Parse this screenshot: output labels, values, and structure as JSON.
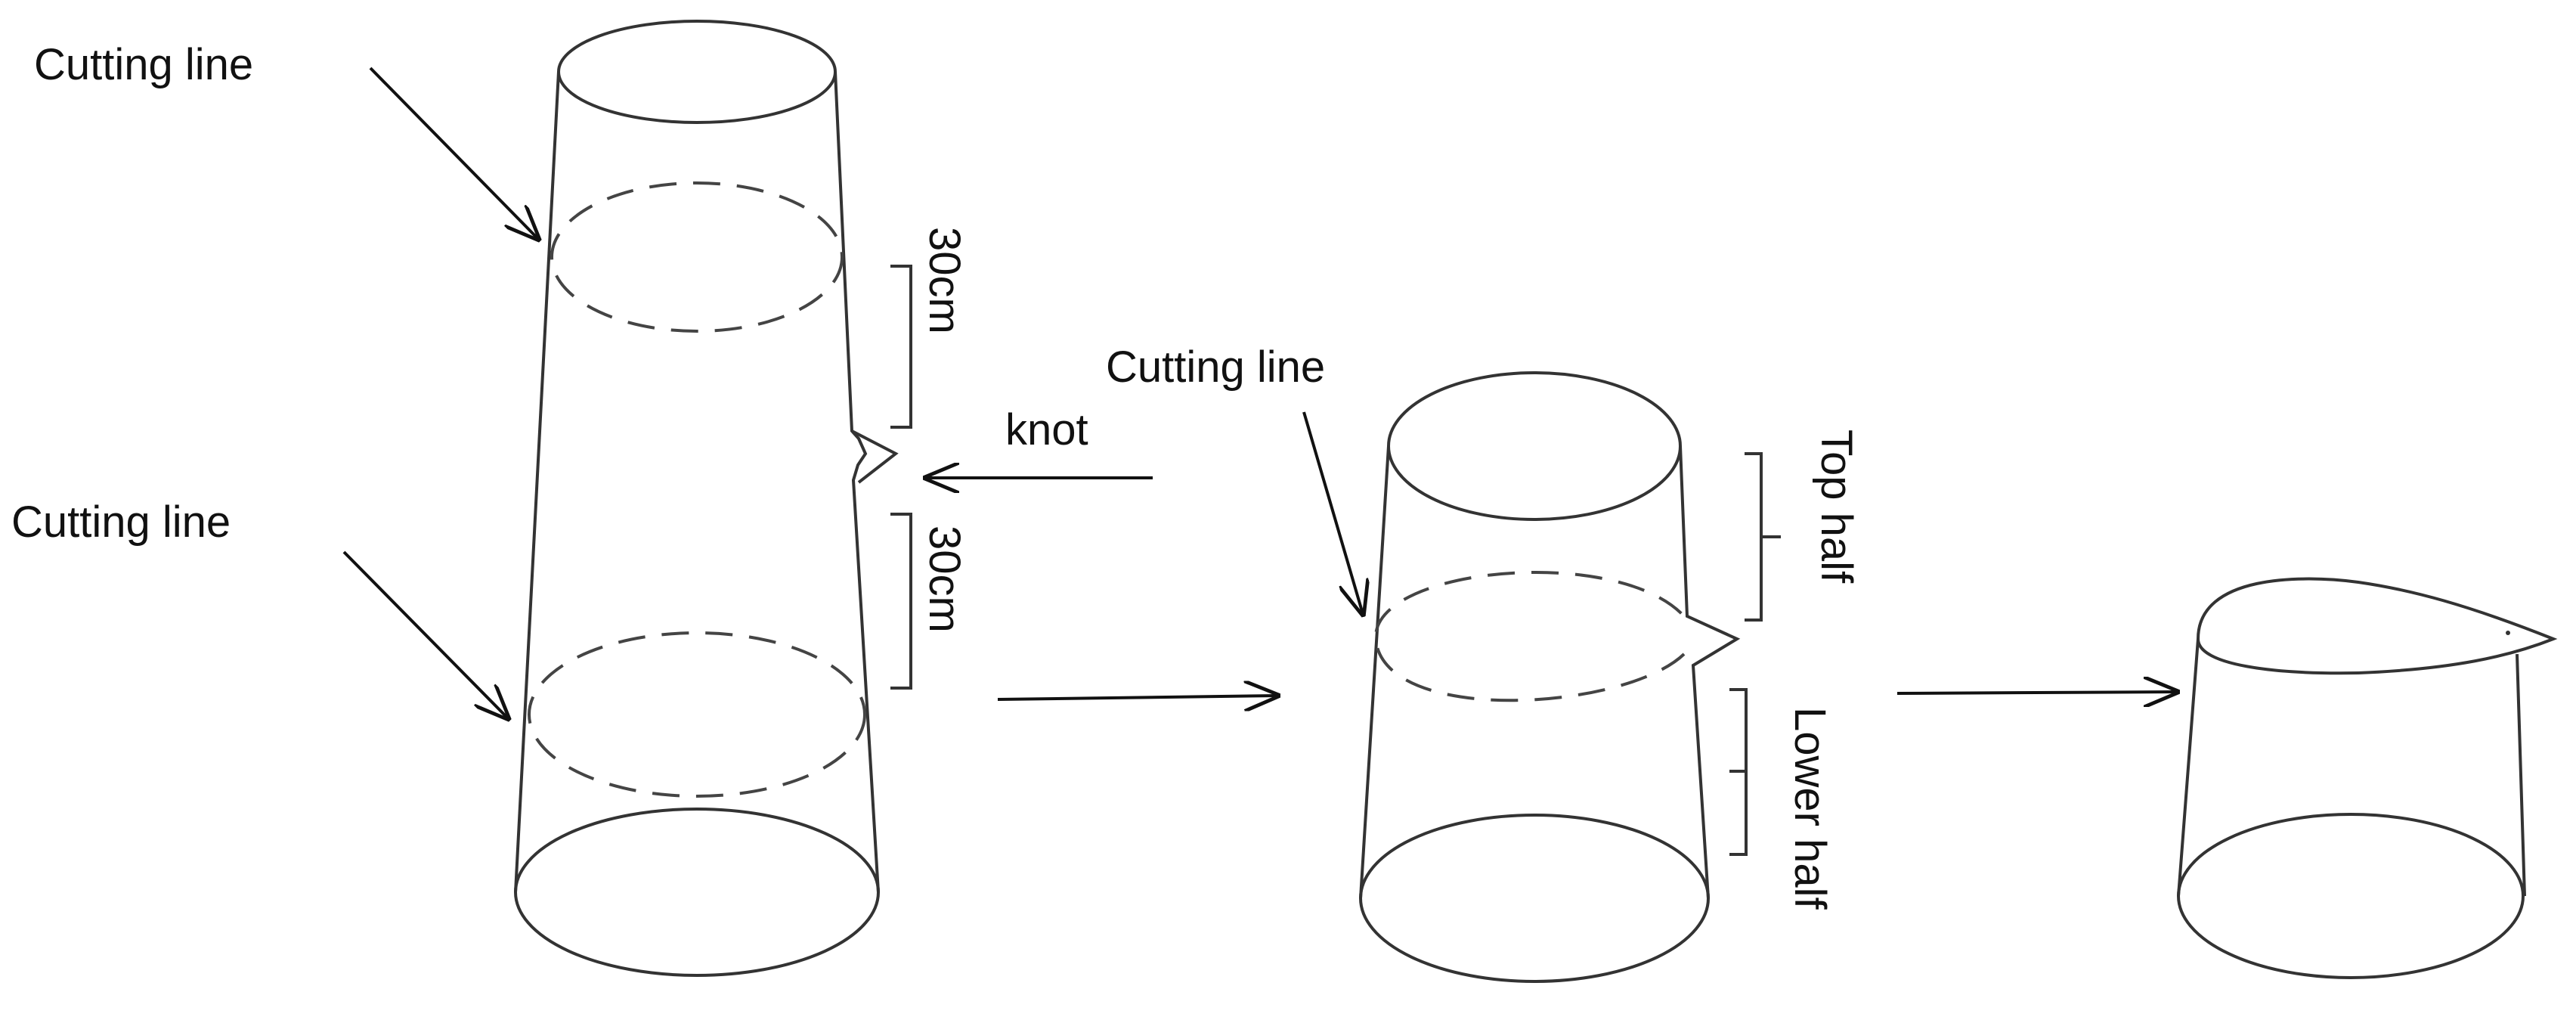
{
  "labels": {
    "cutting_line_top": "Cutting line",
    "cutting_line_bottom": "Cutting line",
    "cutting_line_middle": "Cutting line",
    "knot": "knot",
    "dim_upper": "30cm",
    "dim_lower": "30cm",
    "top_half": "Top half",
    "lower_half": "Lower half"
  },
  "colors": {
    "line": "#333333",
    "text": "#111111",
    "background": "#ffffff"
  }
}
